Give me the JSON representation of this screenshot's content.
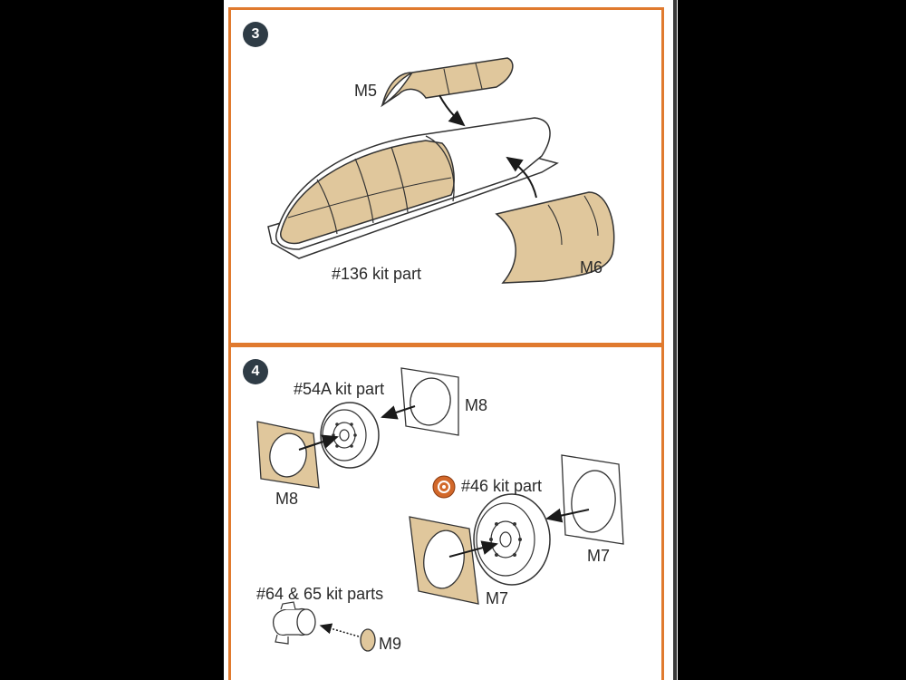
{
  "step3": {
    "number": "3",
    "labels": {
      "m5": "M5",
      "m6": "M6",
      "kit_part": "#136 kit part"
    }
  },
  "step4": {
    "number": "4",
    "labels": {
      "kit_54a": "#54A kit part",
      "m8_top": "M8",
      "m8_left": "M8",
      "kit_46": "#46 kit part",
      "m7_right": "M7",
      "m7_bottom": "M7",
      "kit_64_65": "#64 & 65 kit parts",
      "m9": "M9"
    },
    "option_icon_name": "option-marker-icon"
  },
  "colors": {
    "frame_orange": "#e07a2e",
    "mask_tan": "#e0c79c",
    "badge_dark": "#2f3c46",
    "option_orange": "#d2682a"
  }
}
